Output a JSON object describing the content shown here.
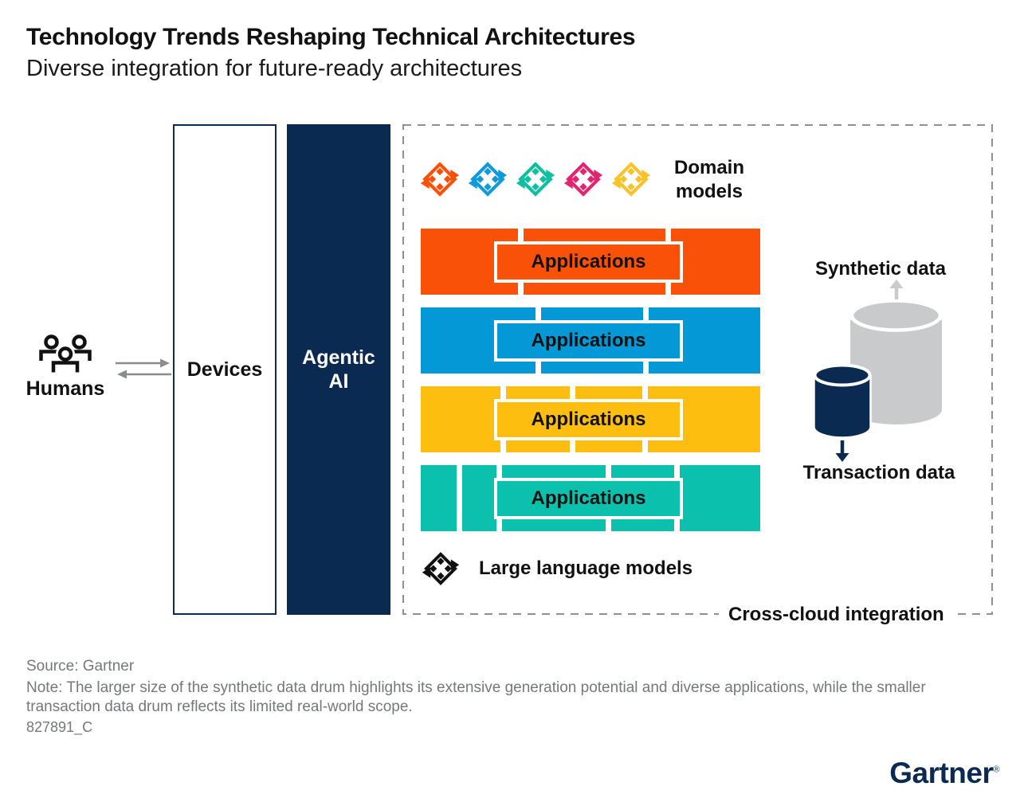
{
  "header": {
    "title": "Technology Trends Reshaping Technical Architectures",
    "subtitle": "Diverse integration for future-ready architectures"
  },
  "left": {
    "humans_label": "Humans",
    "devices_label": "Devices",
    "agentic_line1": "Agentic",
    "agentic_line2": "AI"
  },
  "domain": {
    "label": "Domain models",
    "icon_name": "diamond-sync-icon",
    "icon_colors": [
      "#F95108",
      "#109BD8",
      "#10BFA2",
      "#E3246F",
      "#F8C22B"
    ]
  },
  "rows": [
    {
      "label": "Applications",
      "color": "#FA5108"
    },
    {
      "label": "Applications",
      "color": "#0499D6"
    },
    {
      "label": "Applications",
      "color": "#FDBE10"
    },
    {
      "label": "Applications",
      "color": "#0BC0AD"
    }
  ],
  "llm": {
    "label": "Large language models",
    "icon_name": "diamond-sync-icon",
    "icon_color": "#111111"
  },
  "integration": {
    "label": "Cross-cloud integration"
  },
  "drums": {
    "synthetic_label": "Synthetic data",
    "transaction_label": "Transaction data",
    "synthetic_color": "#C9CACB",
    "transaction_color": "#0B2A52",
    "icon_name": "database-drum-icon"
  },
  "footer": {
    "source": "Source: Gartner",
    "note": "Note: The larger size of the synthetic data drum highlights its extensive generation potential and diverse applications, while the smaller transaction data drum reflects its limited real-world scope.",
    "doc_id": "827891_C"
  },
  "logo": {
    "text": "Gartner",
    "reg": "®"
  },
  "colors": {
    "navy": "#0B2A52",
    "dashed_border": "#8C9091",
    "arrow_gray": "#8A8D8E",
    "footer_text": "#75787B",
    "humans_icon": "#111111"
  }
}
